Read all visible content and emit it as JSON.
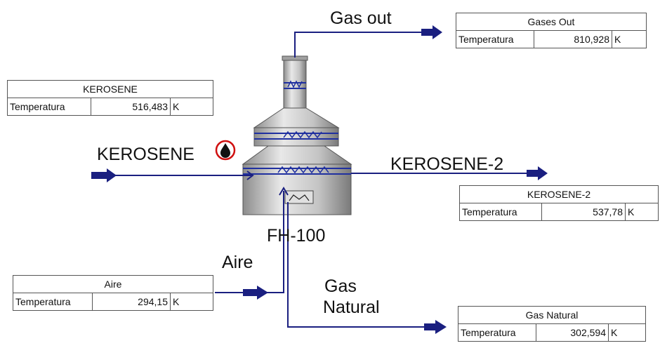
{
  "streams": {
    "kerosene_in": "KEROSENE",
    "kerosene_out": "KEROSENE-2",
    "gas_out": "Gas out",
    "aire": "Aire",
    "gas_natural_line1": "Gas",
    "gas_natural_line2": "Natural"
  },
  "unit": {
    "name": "FH-100"
  },
  "tables": {
    "kerosene": {
      "title": "KEROSENE",
      "property": "Temperatura",
      "value": "516,483",
      "unit": "K"
    },
    "gases_out": {
      "title": "Gases Out",
      "property": "Temperatura",
      "value": "810,928",
      "unit": "K"
    },
    "kerosene2": {
      "title": "KEROSENE-2",
      "property": "Temperatura",
      "value": "537,78",
      "unit": "K"
    },
    "aire": {
      "title": "Aire",
      "property": "Temperatura",
      "value": "294,15",
      "unit": "K"
    },
    "gas_natural": {
      "title": "Gas Natural",
      "property": "Temperatura",
      "value": "302,594",
      "unit": "K"
    }
  },
  "colors": {
    "stream_line": "#1a1f80",
    "heater_body": "#bfbfbf",
    "coil": "#2030a0",
    "icon_ring": "#d01010"
  }
}
